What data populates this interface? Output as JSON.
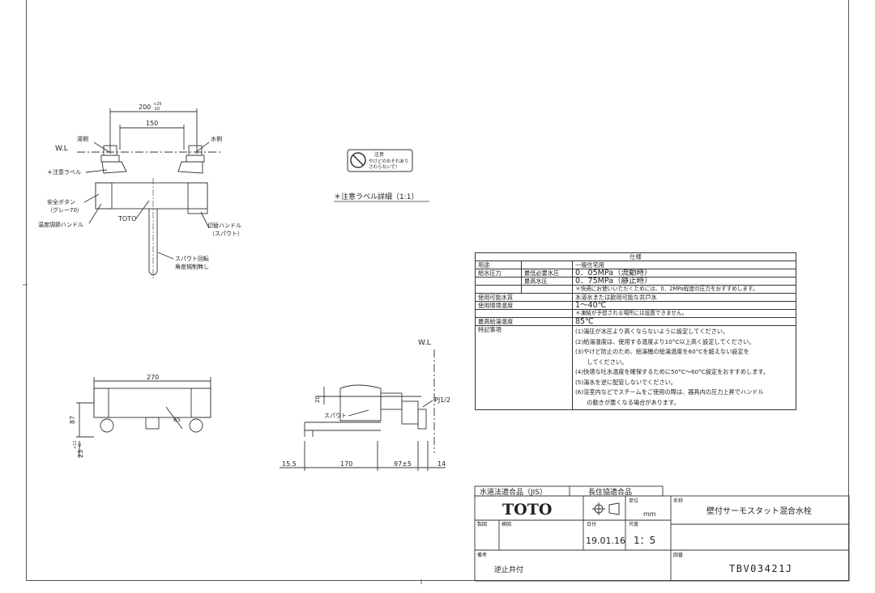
{
  "drawing": {
    "front": {
      "dim_overall": "200",
      "dim_tol_top": "+25",
      "dim_tol_bottom": "-10",
      "dim_centers": "150",
      "wl": "W.L",
      "hot_label": "湯側",
      "cold_label": "水側",
      "caution_label": "＊注意ラベル",
      "safety_button": "安全ボタン",
      "safety_button_color": "（グレー70）",
      "temp_handle": "温度調節ハンドル",
      "brand": "TOTO",
      "switch_handle": "切替ハンドル",
      "switch_handle_sub": "（スパウト）",
      "spout_note_1": "スパウト回転",
      "spout_note_2": "角度規制無し"
    },
    "label_detail": {
      "caution_word": "注意",
      "caution_line1": "やけどのおそれあり",
      "caution_line2": "さわらないで！",
      "caption": "＊注意ラベル詳細（1:1）"
    },
    "bottom": {
      "dim_width": "270",
      "dim_height": "87",
      "dim_offset": "23",
      "dim_offset_tol_top": "+11",
      "dim_offset_tol_bottom": "-6",
      "dim_angle": "65"
    },
    "side": {
      "wl": "W.L",
      "dim_20": "20",
      "spout_label": "スパウト",
      "pipe": "PJ1/2",
      "dim_15_5": "15.5",
      "dim_170": "170",
      "dim_97": "97±5",
      "dim_14": "14"
    }
  },
  "spec_table": {
    "header": "仕様",
    "rows": [
      {
        "c1": "用途",
        "c2": "",
        "c3": "一般住宅用"
      },
      {
        "c1": "給水圧力",
        "c2": "最低必要水圧",
        "c3": "0．05MPa（流動時）"
      },
      {
        "c1": "",
        "c2": "最高水圧",
        "c3": "0．75MPa（静止時）"
      },
      {
        "c1": "",
        "c2": "",
        "c3": "＊快適にお使いいただくためには、0．2MPa程度の圧力をおすすめします。"
      },
      {
        "c1": "使用可能水質",
        "c2": "",
        "c3": "水道水または飲用可能な井戸水"
      },
      {
        "c1": "使用環境温度",
        "c2": "",
        "c3": "1～40℃"
      },
      {
        "c1": "",
        "c2": "",
        "c3": "＊凍結が予想される場所には設置できません。"
      },
      {
        "c1": "最高給湯温度",
        "c2": "",
        "c3": "85℃"
      }
    ],
    "special_title": "特記事項",
    "special": [
      "(1)湯圧が水圧より高くならないように設定してください。",
      "(2)給湯温度は、使用する温度より10°C以上高く設定してください。",
      "(3)やけど防止のため、給湯機の給湯温度を60°Cを超えない設定を",
      "　　してください。",
      "(4)快適な吐水温度を確保するために50°C～60°C設定をおすすめします。",
      "(5)湯水を逆に配管しないでください。",
      "(6)浴室内などでスチームをご使用の際は、器具内の圧力上昇でハンドル",
      "　　の動きが悪くなる場合があります。"
    ]
  },
  "title_block": {
    "cert_jis": "水道法適合品（JIS）",
    "cert_long": "長住協適合品",
    "logo": "TOTO",
    "unit_label": "単位",
    "unit": "mm",
    "name_label": "名称",
    "name": "壁付サーモスタット混合水栓",
    "drawn_label": "製図",
    "check_label": "検図",
    "date_label": "日付",
    "date": "19.01.16",
    "scale_label": "尺度",
    "scale": "1：5",
    "remarks_label": "備考",
    "remarks": "逆止弁付",
    "drawing_no_label": "図番",
    "drawing_no": "TBV03421J"
  }
}
